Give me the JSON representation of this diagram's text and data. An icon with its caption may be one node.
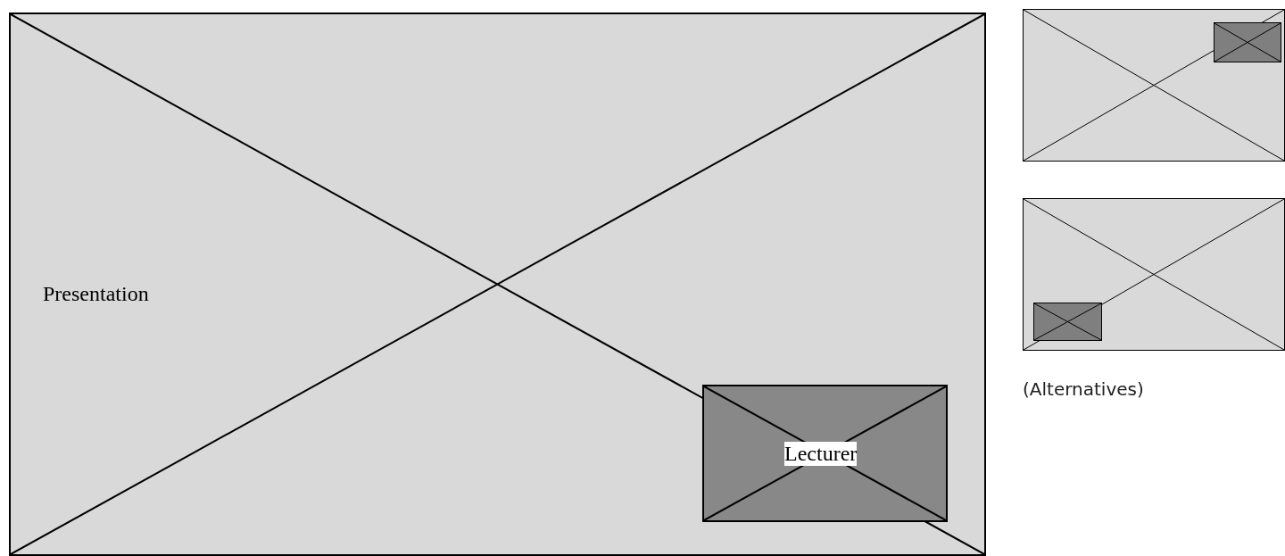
{
  "diagram": {
    "nodes": [
      {
        "text": [
          "Presentation"
        ]
      },
      {
        "text": [
          "Lecturer"
        ],
        "in": 0
      },
      {
        "text": [],
        "shape": "box"
      },
      {
        "text": [],
        "shape": "box",
        "in": 2
      },
      {
        "text": [],
        "shape": "box"
      },
      {
        "text": [],
        "shape": "box",
        "in": 4
      }
    ],
    "labels": [
      "(Alternatives)"
    ]
  }
}
